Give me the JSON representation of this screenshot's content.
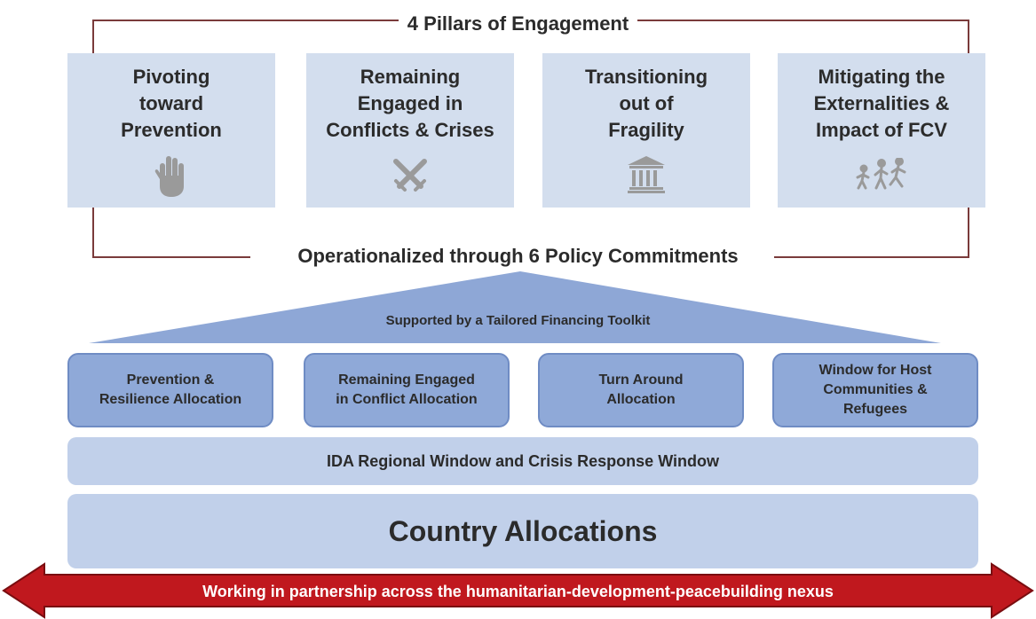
{
  "title": "4 Pillars of Engagement",
  "pillars": [
    {
      "label_lines": [
        "Pivoting",
        "toward",
        "Prevention"
      ],
      "icon": "hand-icon"
    },
    {
      "label_lines": [
        "Remaining",
        "Engaged in",
        "Conflicts & Crises"
      ],
      "icon": "crossed-swords-icon"
    },
    {
      "label_lines": [
        "Transitioning",
        "out of",
        "Fragility"
      ],
      "icon": "institution-building-icon"
    },
    {
      "label_lines": [
        "Mitigating the",
        "Externalities &",
        "Impact of FCV"
      ],
      "icon": "people-running-icon"
    }
  ],
  "operationalized": "Operationalized through 6 Policy Commitments",
  "toolkit": "Supported by a Tailored Financing Toolkit",
  "allocations": [
    {
      "lines": [
        "Prevention &",
        "Resilience Allocation"
      ]
    },
    {
      "lines": [
        "Remaining Engaged",
        "in Conflict Allocation"
      ]
    },
    {
      "lines": [
        "Turn Around",
        "Allocation"
      ]
    },
    {
      "lines": [
        "Window for Host",
        "Communities &",
        "Refugees"
      ]
    }
  ],
  "regional_window": "IDA Regional Window and Crisis Response Window",
  "country_allocations": "Country Allocations",
  "partnership": "Working in partnership across the humanitarian-development-peacebuilding nexus",
  "colors": {
    "pillar_bg": "#d3deee",
    "alloc_bg": "#8fa9d8",
    "band_bg": "#c1d0ea",
    "roof": "#8ea7d6",
    "bracket": "#7a3b3b",
    "arrow": "#c0181e"
  }
}
